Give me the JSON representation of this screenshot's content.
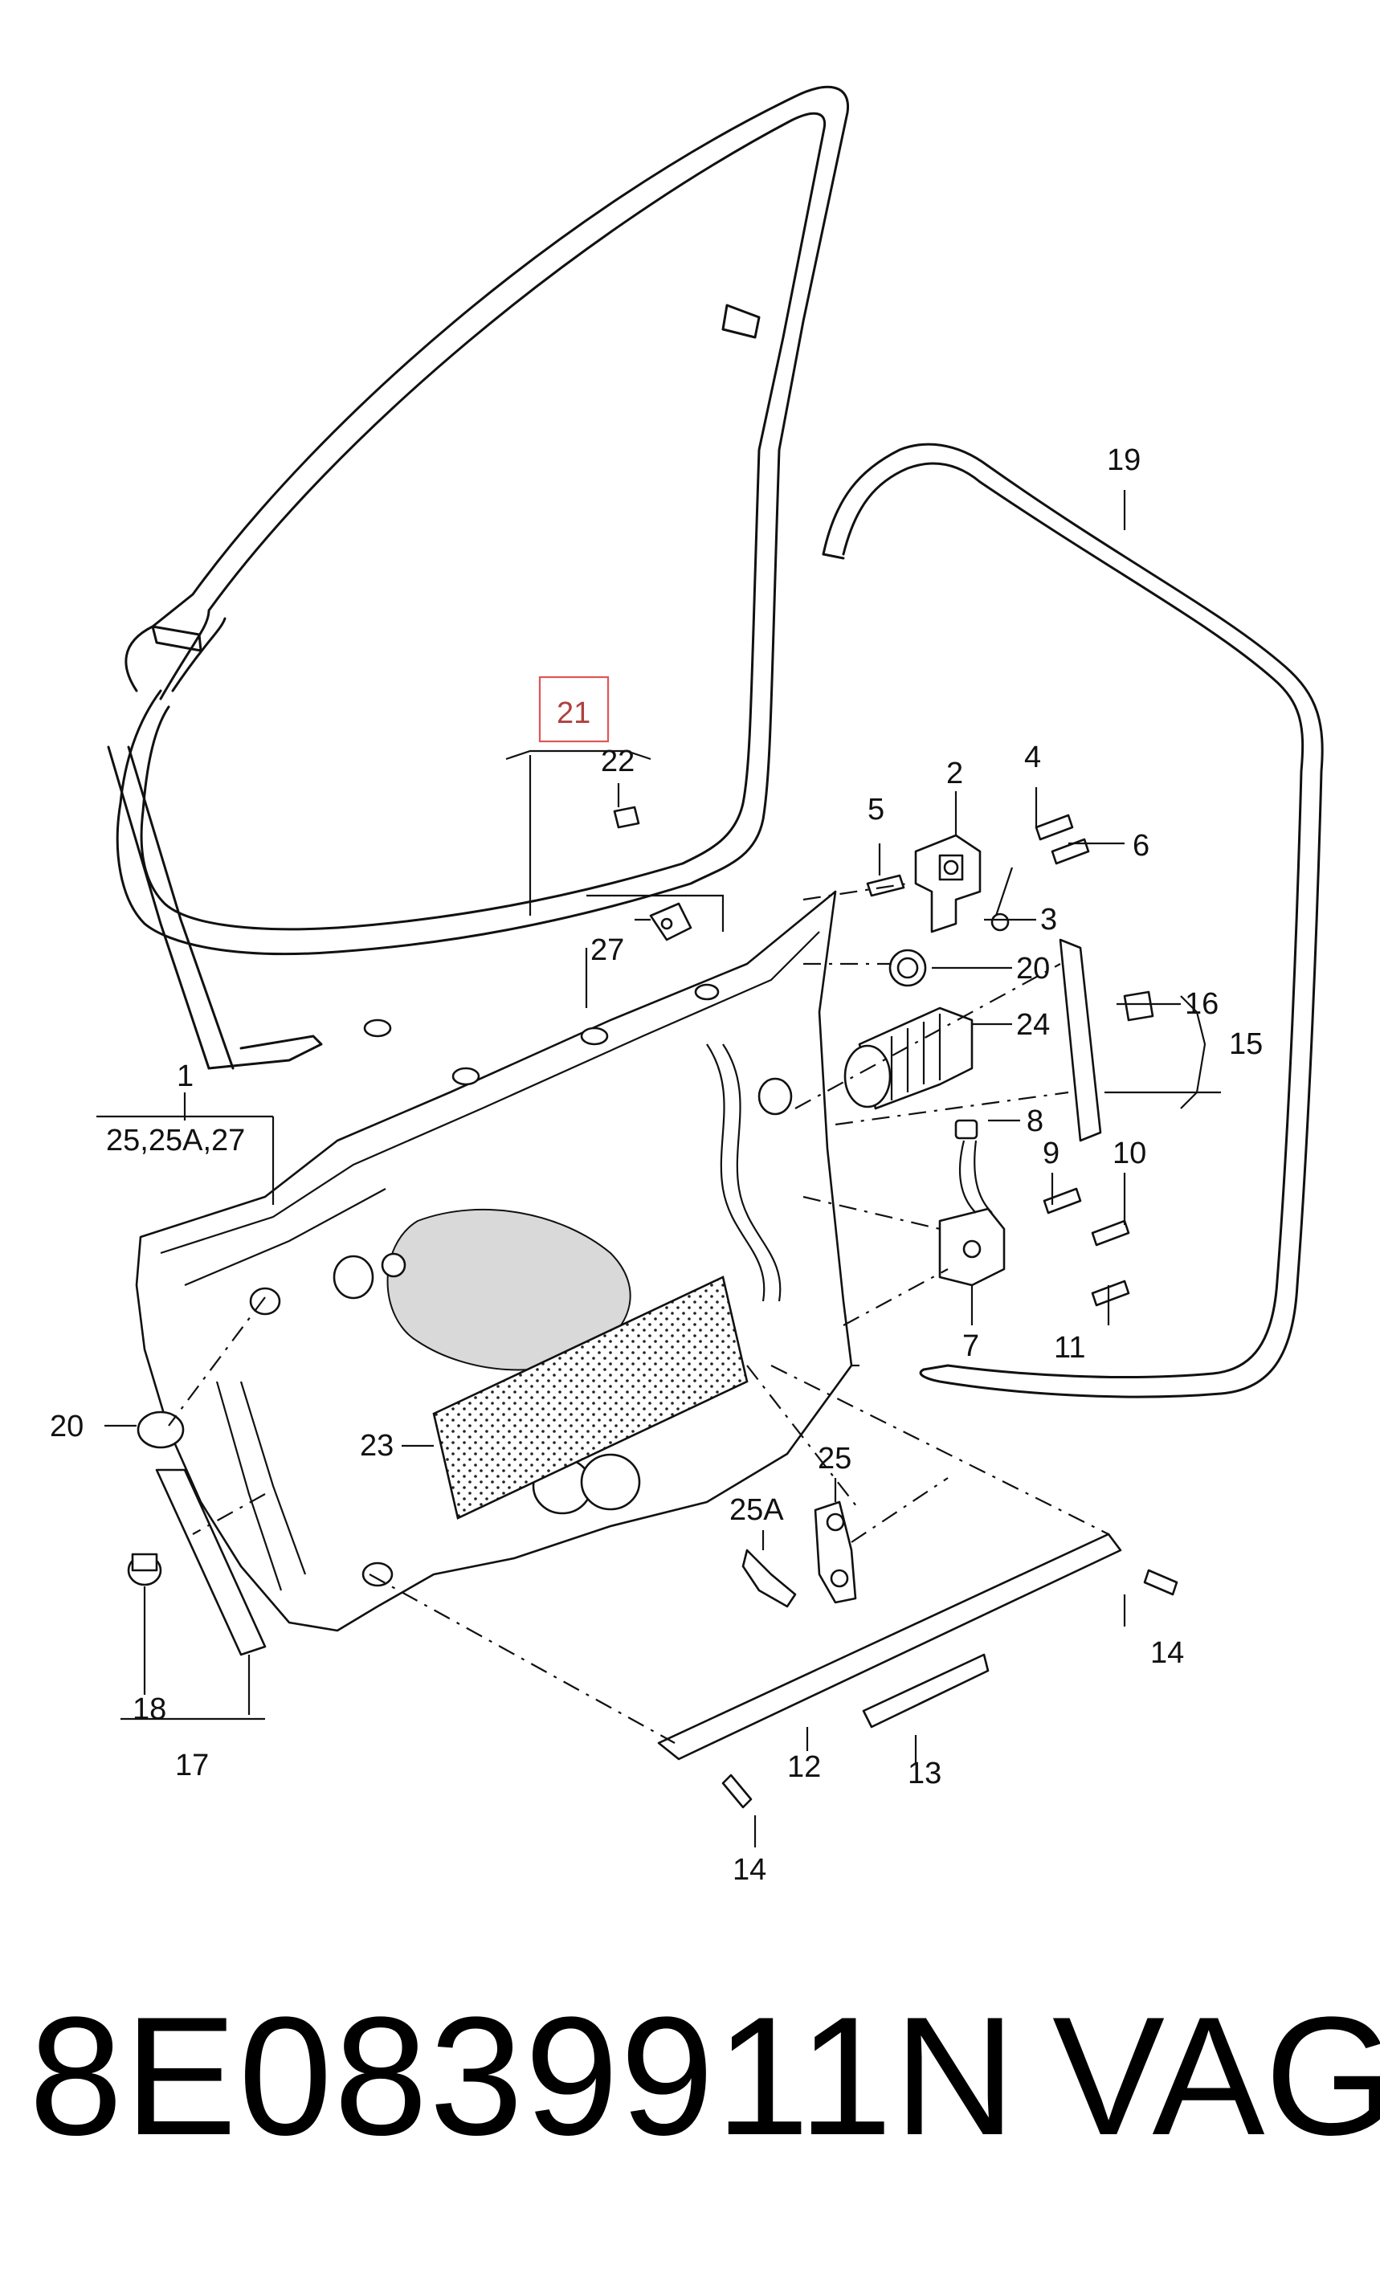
{
  "callouts": {
    "c1": "1",
    "c1_sub": "25,25A,27",
    "c2": "2",
    "c3": "3",
    "c4": "4",
    "c5": "5",
    "c6": "6",
    "c7": "7",
    "c8": "8",
    "c9": "9",
    "c10": "10",
    "c11": "11",
    "c12": "12",
    "c13": "13",
    "c14a": "14",
    "c14b": "14",
    "c15": "15",
    "c16": "16",
    "c17": "17",
    "c18": "18",
    "c19": "19",
    "c20a": "20",
    "c20b": "20",
    "c21": "21",
    "c22": "22",
    "c23": "23",
    "c24": "24",
    "c25": "25",
    "c25a": "25A",
    "c27": "27"
  },
  "highlight_color": "#e05555",
  "footer": {
    "part_number": "8E0839911N",
    "brand": "VAG"
  }
}
